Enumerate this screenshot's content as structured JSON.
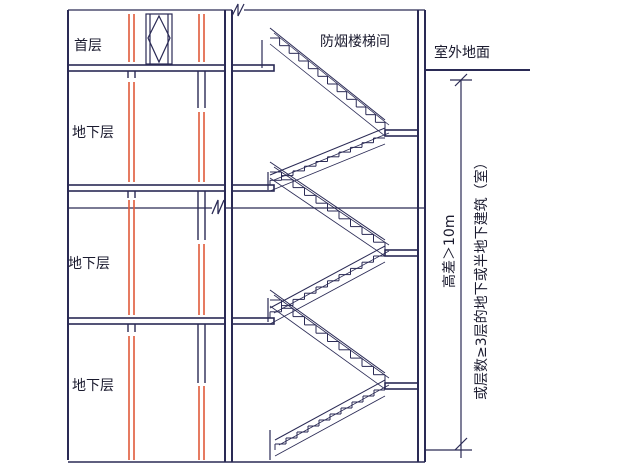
{
  "labels": {
    "floor_top": "首层",
    "basement_1": "地下层",
    "basement_2": "地下层",
    "basement_3": "地下层",
    "stair_title": "防烟楼梯间",
    "outdoor_ground": "室外地面",
    "height_note": "高差＞10m",
    "levels_note": "或层数≥3层的地下或半地下建筑（室）"
  },
  "colors": {
    "ink": "#2a2a55",
    "pipe": "#e05a3a",
    "background": "#ffffff"
  }
}
